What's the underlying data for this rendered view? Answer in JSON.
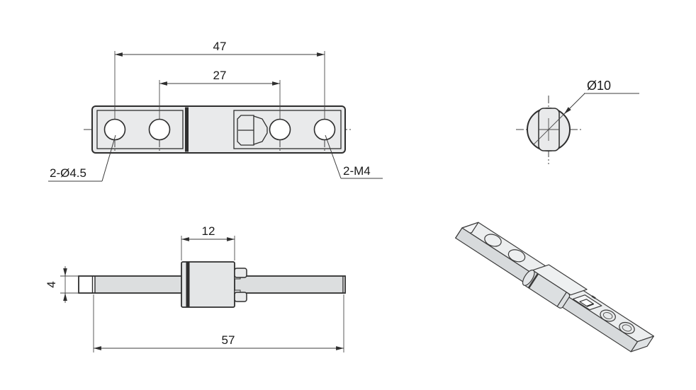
{
  "views": {
    "front": {
      "dims": {
        "outer": "47",
        "inner": "27"
      },
      "callouts": {
        "holes": "2-Ø4.5",
        "threads": "2-M4"
      }
    },
    "end": {
      "dims": {
        "diameter": "Ø10"
      }
    },
    "side": {
      "dims": {
        "boss_width": "12",
        "thickness": "4",
        "length": "57"
      }
    },
    "colors": {
      "part_fill": "#e9eaeb",
      "outline": "#2e2e2e",
      "dark_band": "#2f2f2f",
      "background": "#ffffff"
    }
  }
}
